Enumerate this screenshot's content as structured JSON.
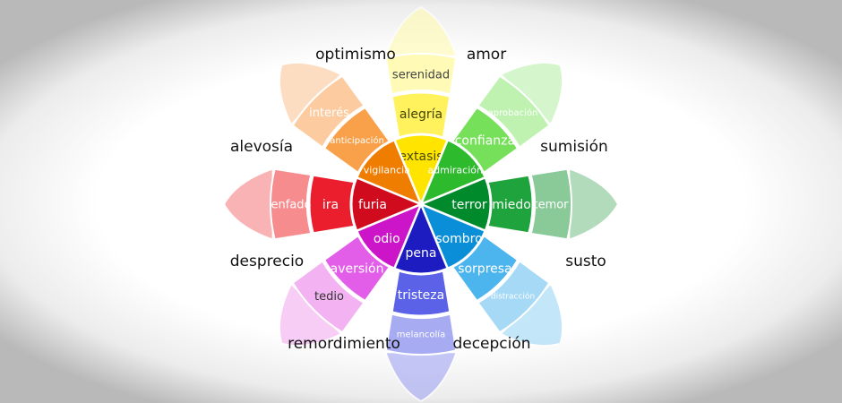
{
  "petals": [
    {
      "id": "alegria",
      "color_strong": "#ffe400",
      "color_mid": "#fff25c",
      "color_light": "#fffbb6",
      "inner": "extasis",
      "middle": "alegría",
      "outer": "serenidad",
      "inner_text_color": "#4a4a00",
      "middle_text_color": "#444400",
      "outer_text_color": "#444"
    },
    {
      "id": "confianza",
      "color_strong": "#2dbb2d",
      "color_mid": "#77e05a",
      "color_light": "#bff2b1",
      "inner": "admiración",
      "middle": "confianza",
      "outer": "aprobación",
      "inner_text_color": "#ffffff",
      "middle_text_color": "#ffffff",
      "outer_text_color": "#ffffff"
    },
    {
      "id": "miedo",
      "color_strong": "#008a2c",
      "color_mid": "#1fa33d",
      "color_light": "#8ac998",
      "inner": "terror",
      "middle": "miedo",
      "outer": "temor",
      "inner_text_color": "#ffffff",
      "middle_text_color": "#ffffff",
      "outer_text_color": "#ffffff"
    },
    {
      "id": "sorpresa",
      "color_strong": "#0a8ed8",
      "color_mid": "#4db5ee",
      "color_light": "#a5d9f6",
      "inner": "asombro",
      "middle": "sorpresa",
      "outer": "distracción",
      "inner_text_color": "#ffffff",
      "middle_text_color": "#ffffff",
      "outer_text_color": "#ffffff"
    },
    {
      "id": "tristeza",
      "color_strong": "#1c1cc0",
      "color_mid": "#5b62e8",
      "color_light": "#a7abf2",
      "inner": "pena",
      "middle": "tristeza",
      "outer": "melancolía",
      "inner_text_color": "#ffffff",
      "middle_text_color": "#ffffff",
      "outer_text_color": "#ffffff"
    },
    {
      "id": "aversion",
      "color_strong": "#cc14c8",
      "color_mid": "#e35ee8",
      "color_light": "#f3b3f2",
      "inner": "odio",
      "middle": "aversión",
      "outer": "tedio",
      "inner_text_color": "#ffffff",
      "middle_text_color": "#ffffff",
      "outer_text_color": "#333333"
    },
    {
      "id": "ira",
      "color_strong": "#d10b1e",
      "color_mid": "#ea1e2c",
      "color_light": "#f78c8f",
      "inner": "furia",
      "middle": "ira",
      "outer": "enfado",
      "inner_text_color": "#ffffff",
      "middle_text_color": "#ffffff",
      "outer_text_color": "#ffffff"
    },
    {
      "id": "anticipacion",
      "color_strong": "#ef7d00",
      "color_mid": "#f9a14a",
      "color_light": "#fccba0",
      "inner": "vigilancia",
      "middle": "anticipación",
      "outer": "interés",
      "inner_text_color": "#ffffff",
      "middle_text_color": "#ffffff",
      "outer_text_color": "#ffffff"
    }
  ],
  "combinations": [
    {
      "id": "optimismo",
      "text": "optimismo"
    },
    {
      "id": "amor",
      "text": "amor"
    },
    {
      "id": "sumision",
      "text": "sumisión"
    },
    {
      "id": "susto",
      "text": "susto"
    },
    {
      "id": "decepcion",
      "text": "decepción"
    },
    {
      "id": "remordimiento",
      "text": "remordimiento"
    },
    {
      "id": "desprecio",
      "text": "desprecio"
    },
    {
      "id": "alevosia",
      "text": "alevosía"
    }
  ]
}
